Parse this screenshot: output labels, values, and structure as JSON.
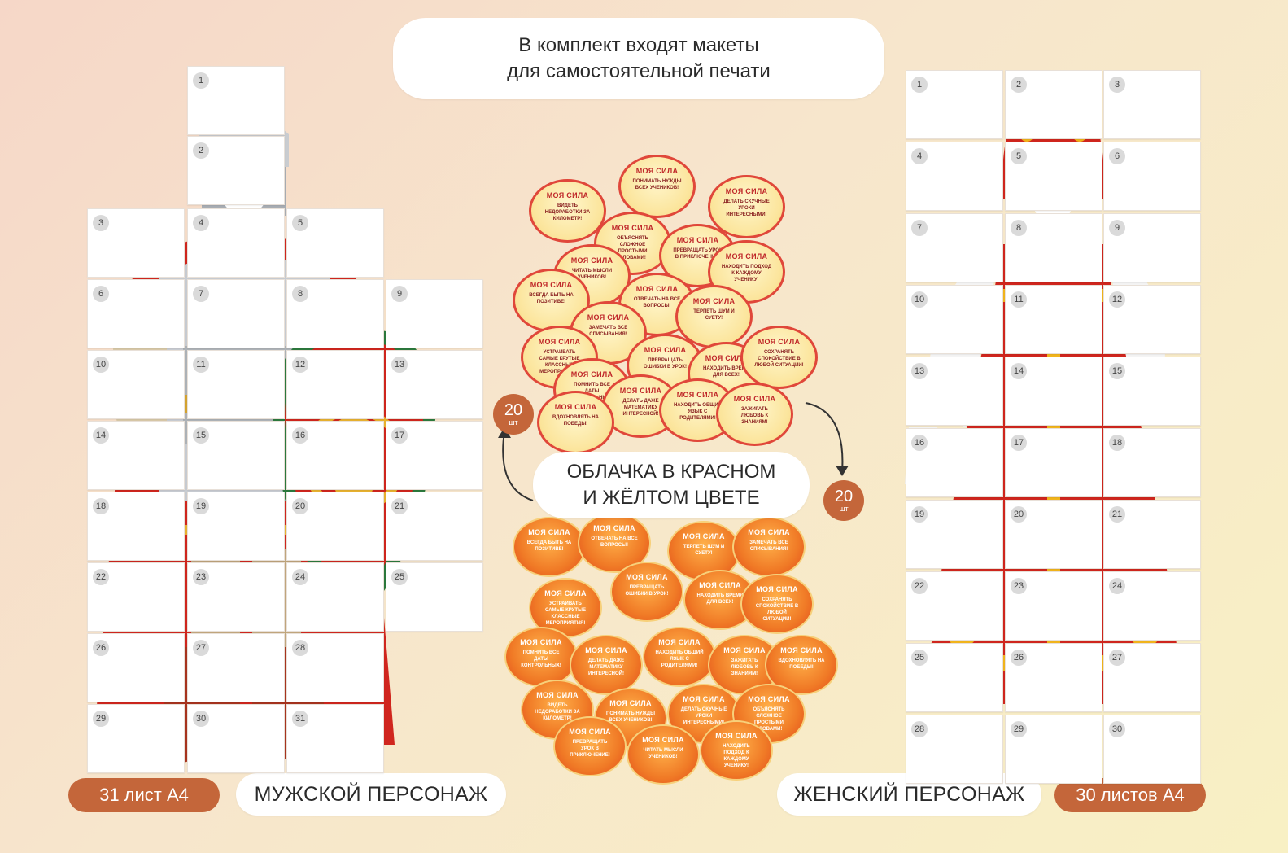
{
  "header": {
    "line1": "В комплект входят макеты",
    "line2": "для самостоятельной печати"
  },
  "male": {
    "label": "МУЖСКОЙ ПЕРСОНАЖ",
    "sheets_count": "31 лист А4",
    "sheets": [
      "1",
      "2",
      "3",
      "4",
      "5",
      "6",
      "7",
      "8",
      "9",
      "10",
      "11",
      "12",
      "13",
      "14",
      "15",
      "16",
      "17",
      "18",
      "19",
      "20",
      "21",
      "22",
      "23",
      "24",
      "25",
      "26",
      "27",
      "28",
      "29",
      "30",
      "31"
    ]
  },
  "female": {
    "label": "ЖЕНСКИЙ ПЕРСОНАЖ",
    "sheets_count": "30 листов А4",
    "sheets": [
      "1",
      "2",
      "3",
      "4",
      "5",
      "6",
      "7",
      "8",
      "9",
      "10",
      "11",
      "12",
      "13",
      "14",
      "15",
      "16",
      "17",
      "18",
      "19",
      "20",
      "21",
      "22",
      "23",
      "24",
      "25",
      "26",
      "27",
      "28",
      "29",
      "30"
    ]
  },
  "bubbles": {
    "label_line1": "ОБЛАЧКА В КРАСНОМ",
    "label_line2": "И ЖЁЛТОМ ЦВЕТЕ",
    "yellow_count": "20",
    "red_count": "20",
    "unit": "шт",
    "title": "МОЯ СИЛА",
    "texts": [
      "ВИДЕТЬ НЕДОРАБОТКИ ЗА КИЛОМЕТР!",
      "ПОНИМАТЬ НУЖДЫ ВСЕХ УЧЕНИКОВ!",
      "ДЕЛАТЬ СКУЧНЫЕ УРОКИ ИНТЕРЕСНЫМИ!",
      "ОБЪЯСНЯТЬ СЛОЖНОЕ ПРОСТЫМИ СЛОВАМИ!",
      "ПРЕВРАЩАТЬ УРОК В ПРИКЛЮЧЕНИЕ!",
      "ЧИТАТЬ МЫСЛИ УЧЕНИКОВ!",
      "НАХОДИТЬ ПОДХОД К КАЖДОМУ УЧЕНИКУ!",
      "ВСЕГДА БЫТЬ НА ПОЗИТИВЕ!",
      "ОТВЕЧАТЬ НА ВСЕ ВОПРОСЫ!",
      "ТЕРПЕТЬ ШУМ И СУЕТУ!",
      "ЗАМЕЧАТЬ ВСЕ СПИСЫВАНИЯ!",
      "УСТРАИВАТЬ САМЫЕ КРУТЫЕ КЛАССНЫЕ МЕРОПРИЯТИЯ!",
      "ПРЕВРАЩАТЬ ОШИБКИ В УРОК!",
      "НАХОДИТЬ ВРЕМЯ ДЛЯ ВСЕХ!",
      "СОХРАНЯТЬ СПОКОЙСТВИЕ В ЛЮБОЙ СИТУАЦИИ!",
      "ПОМНИТЬ ВСЕ ДАТЫ КОНТРОЛЬНЫХ!",
      "ДЕЛАТЬ ДАЖЕ МАТЕМАТИКУ ИНТЕРЕСНОЙ!",
      "НАХОДИТЬ ОБЩИЙ ЯЗЫК С РОДИТЕЛЯМИ!",
      "ЗАЖИГАТЬ ЛЮБОВЬ К ЗНАНИЯМ!",
      "ВДОХНОВЛЯТЬ НА ПОБЕДЫ!"
    ]
  },
  "colors": {
    "accent": "#c4663a",
    "red": "#d0261e",
    "gold": "#f2b51c"
  }
}
